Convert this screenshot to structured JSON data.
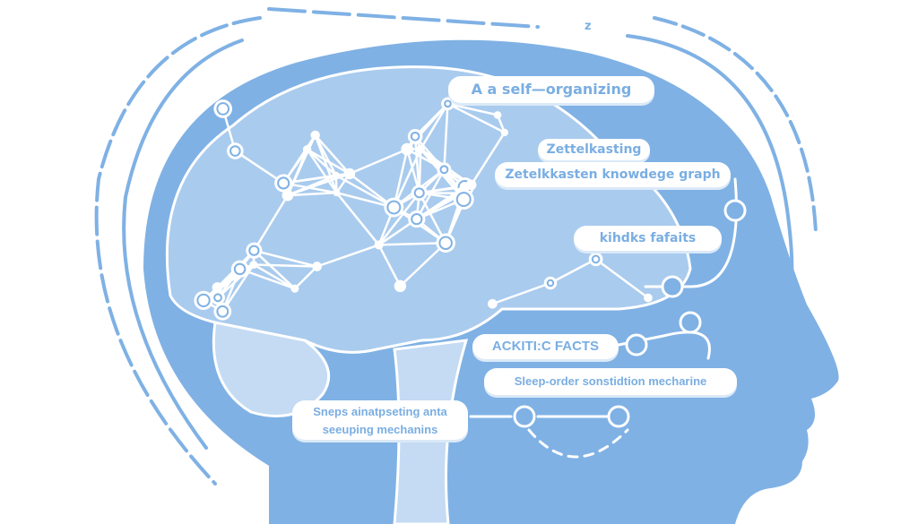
{
  "illustration": {
    "palette": {
      "primary": "#7fb1e4",
      "light": "#ffffff",
      "shade": "#a9cbee"
    },
    "labels": [
      {
        "id": "self-organizing",
        "text": "A a self—organizing"
      },
      {
        "id": "zettelkasting",
        "text": "Zettelkasting"
      },
      {
        "id": "knowledge-graph",
        "text": "Zetelkkasten knowdege graph"
      },
      {
        "id": "kihdks",
        "text": "kihdks fafaits"
      },
      {
        "id": "ackitic",
        "text": "ACKITI:C FACTS"
      },
      {
        "id": "sleep-order",
        "text": "Sleep-order sonstidtion mecharine"
      },
      {
        "id": "sneps-line1",
        "text": "Sneps ainatpseting anta"
      },
      {
        "id": "sneps-line2",
        "text": "seeuping mechanins"
      }
    ],
    "z_mark": "z"
  }
}
